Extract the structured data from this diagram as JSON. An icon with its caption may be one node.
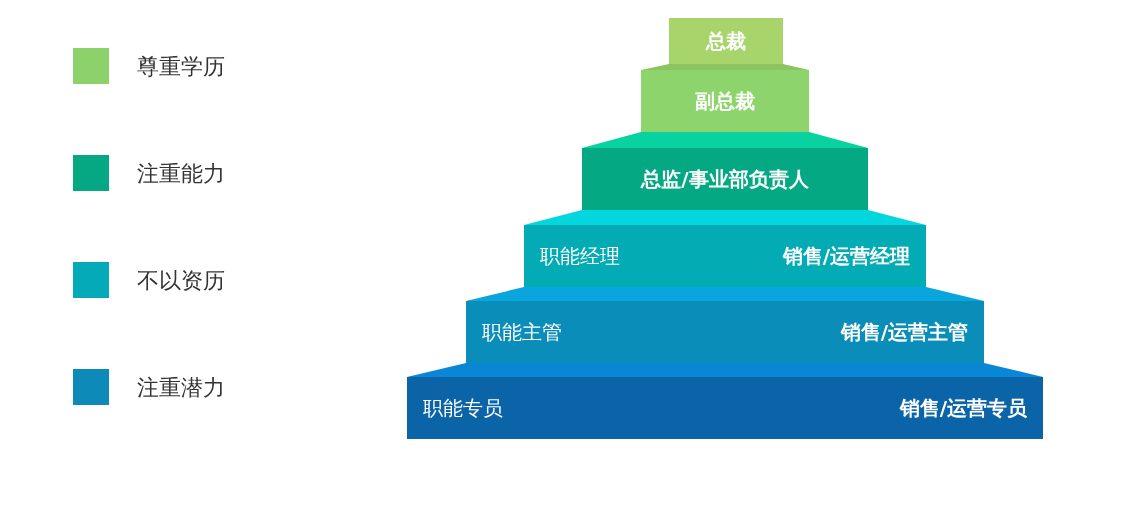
{
  "diagram": {
    "nodes": [
      {
        "text": [
          "总裁"
        ]
      },
      {
        "text": [
          "副总裁"
        ]
      },
      {
        "text": [
          "总监/事业部负责人"
        ]
      },
      {
        "text": [
          "职能经理",
          "销售/运营经理"
        ]
      },
      {
        "text": [
          "职能主管",
          "销售/运营主管"
        ]
      },
      {
        "text": [
          "职能专员",
          "销售/运营专员"
        ]
      }
    ],
    "legend": [
      {
        "text": "尊重学历",
        "color": "#8dd16a"
      },
      {
        "text": "注重能力",
        "color": "#05a882"
      },
      {
        "text": "不以资历",
        "color": "#04aab8"
      },
      {
        "text": "注重潜力",
        "color": "#0d8ab8"
      }
    ]
  }
}
